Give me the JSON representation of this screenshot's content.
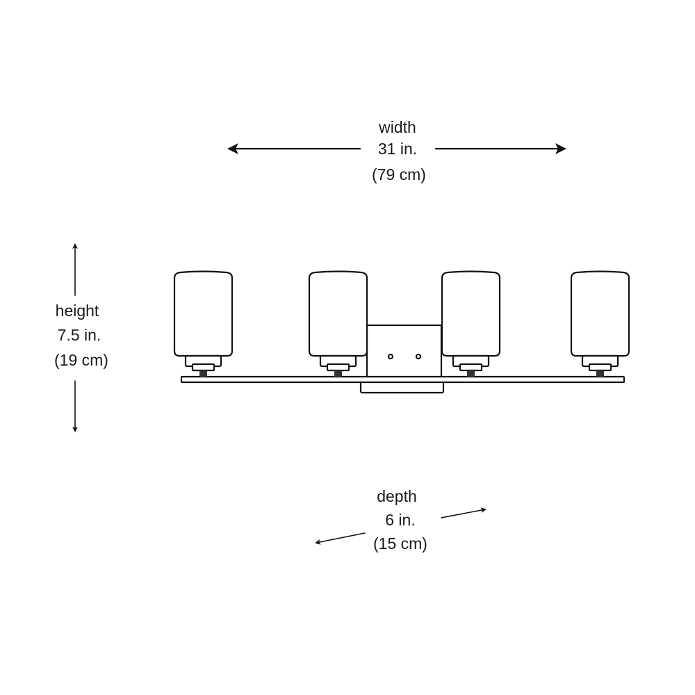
{
  "dimensions": {
    "width": {
      "label": "width",
      "imperial": "31 in.",
      "metric": "(79 cm)"
    },
    "height": {
      "label": "height",
      "imperial": "7.5 in.",
      "metric": "(19 cm)"
    },
    "depth": {
      "label": "depth",
      "imperial": "6 in.",
      "metric": "(15 cm)"
    }
  },
  "fixture": {
    "shade_count": 4,
    "line_color": "#111111"
  }
}
